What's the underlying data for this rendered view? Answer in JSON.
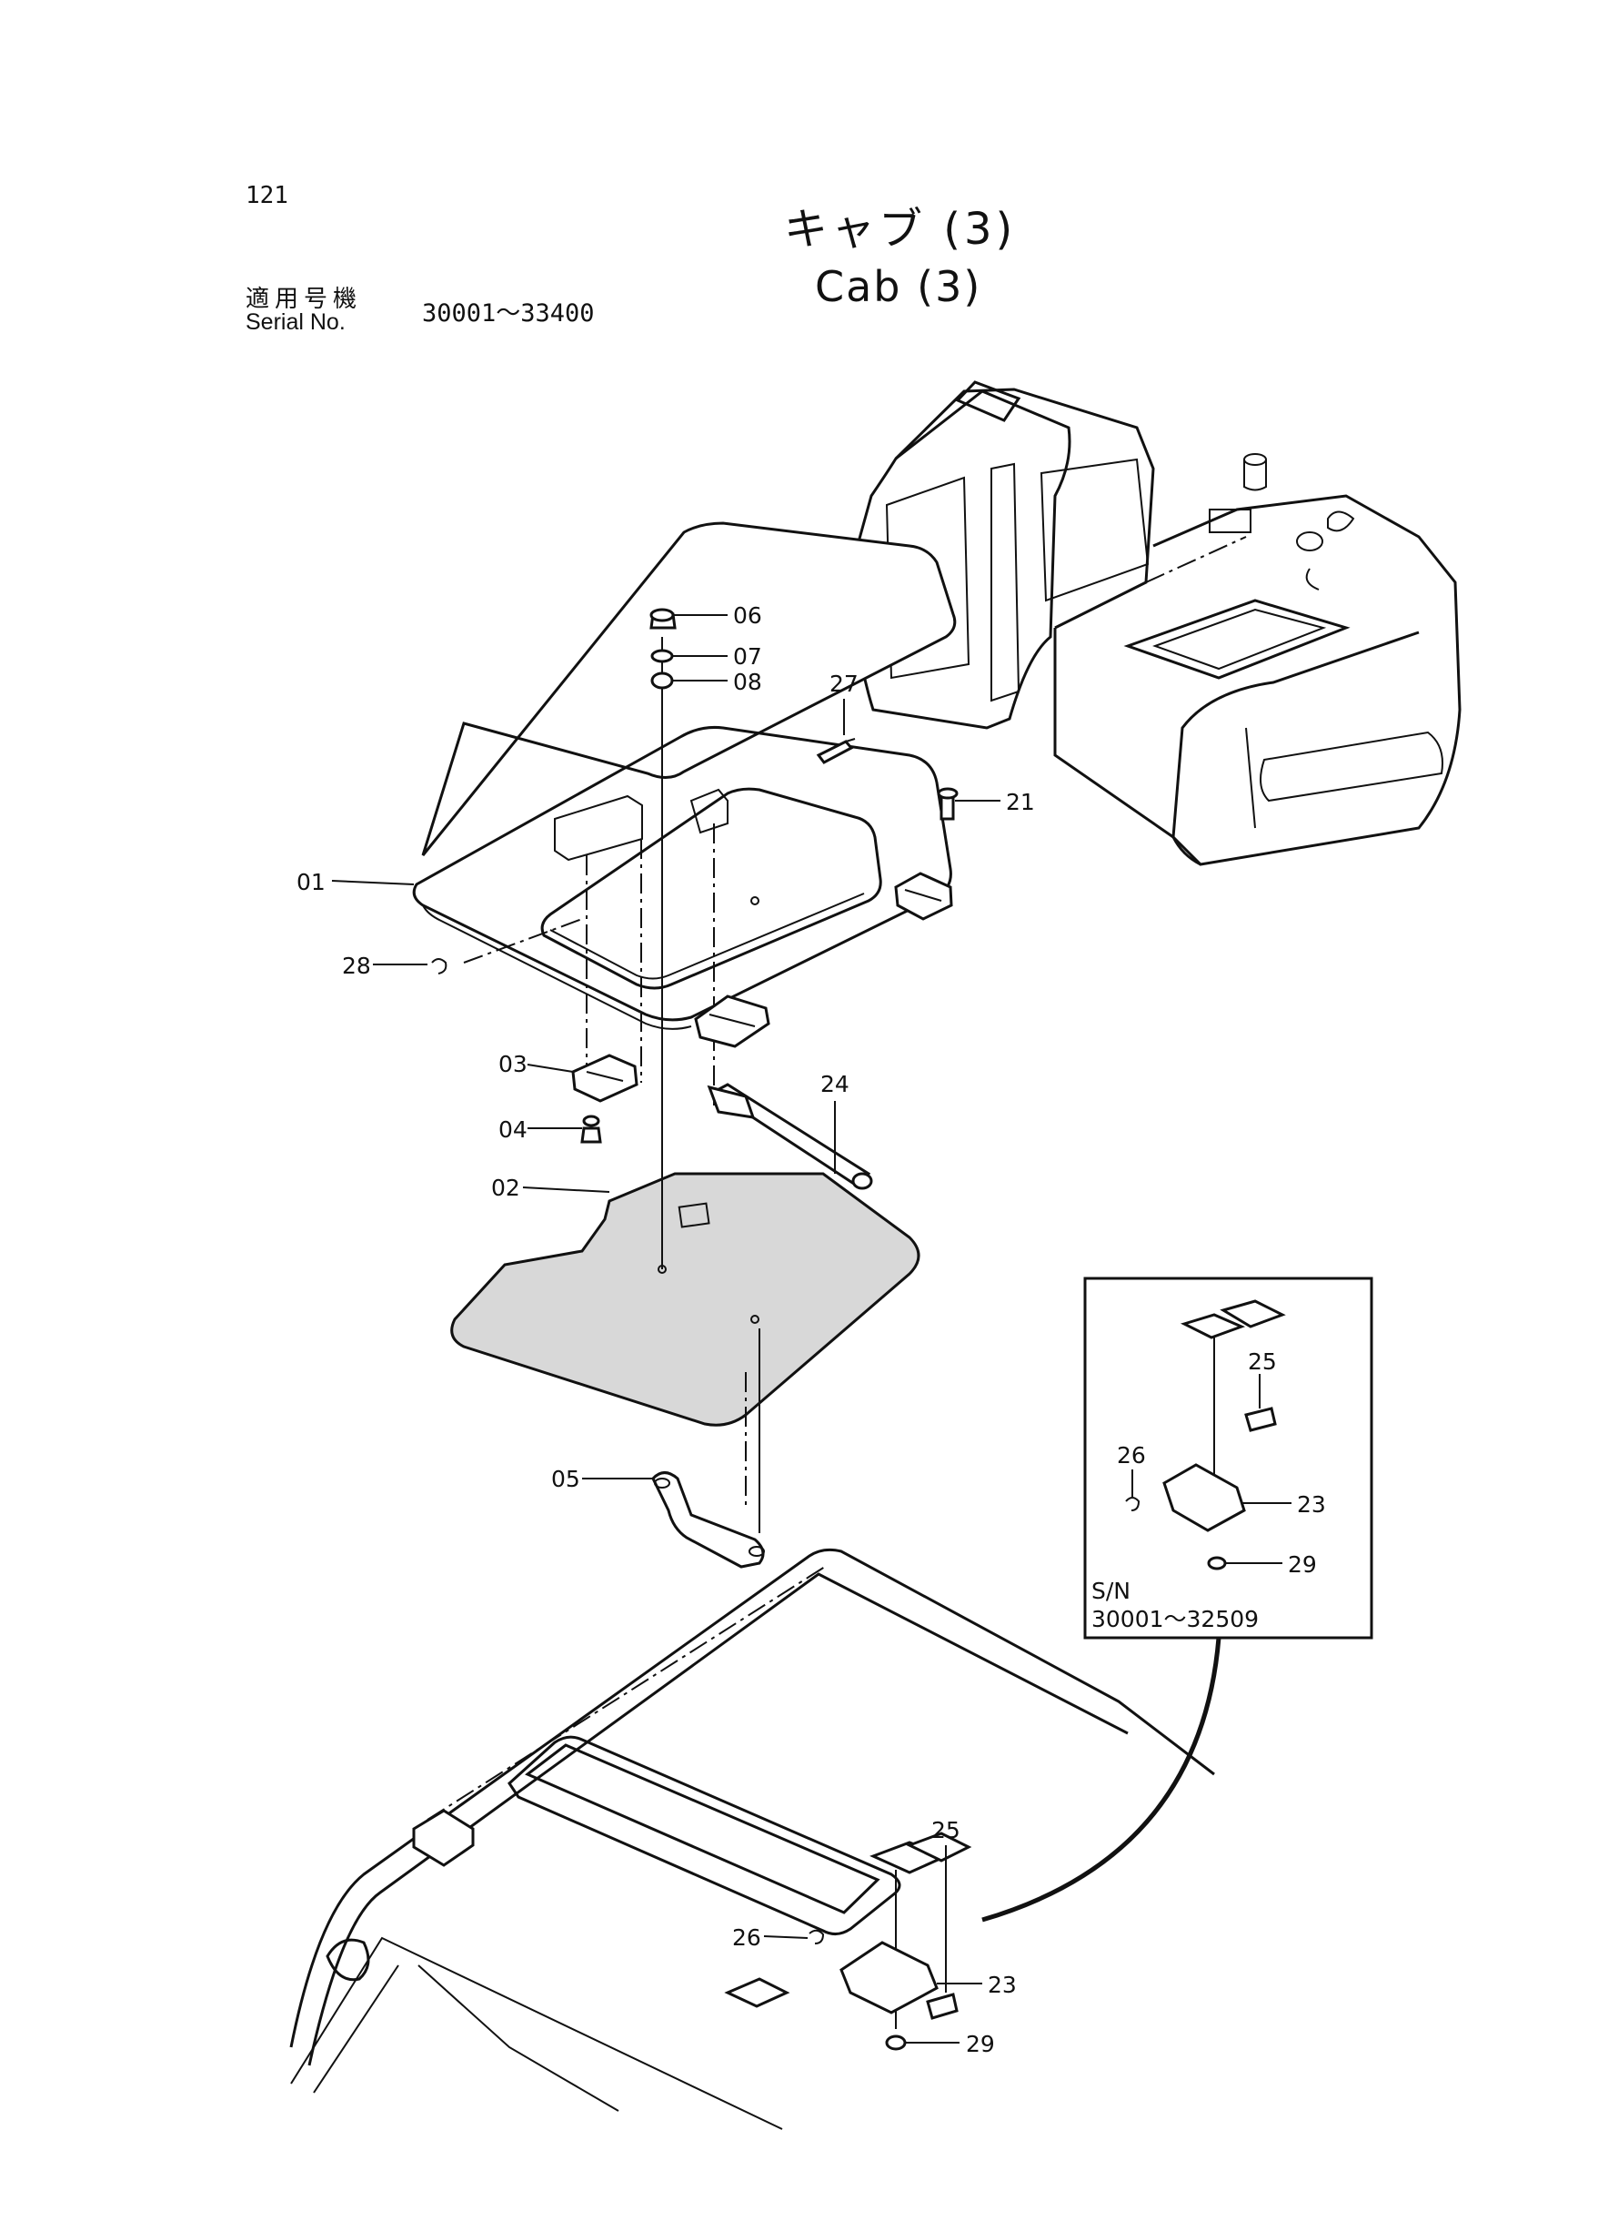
{
  "page": {
    "number": "121",
    "title_ja": "キャブ (3)",
    "title_en": "Cab (3)",
    "serial_label_ja": "適用号機",
    "serial_label_en": "Serial No.",
    "serial_range": "30001～33400"
  },
  "callouts": {
    "c01": "01",
    "c02": "02",
    "c03": "03",
    "c04": "04",
    "c05": "05",
    "c06": "06",
    "c07": "07",
    "c08": "08",
    "c21": "21",
    "c23": "23",
    "c24": "24",
    "c25": "25",
    "c26": "26",
    "c27": "27",
    "c28": "28",
    "c29": "29"
  },
  "inset": {
    "sn_label": "S/N",
    "sn_range": "30001～32509",
    "c23": "23",
    "c25": "25",
    "c26": "26",
    "c29": "29"
  },
  "colors": {
    "ink": "#111111",
    "paper": "#ffffff",
    "mat_fill": "#d8d8d8"
  }
}
